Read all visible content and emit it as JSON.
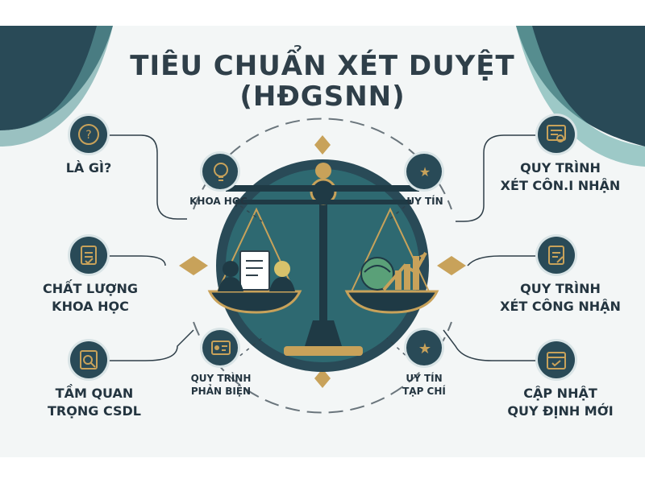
{
  "title": {
    "line1": "TIÊU CHUẨN XÉT DUYỆT",
    "line2": "(HĐGSNN)"
  },
  "left": [
    {
      "label": "LÀ GÌ?",
      "icon": "question-gear-icon"
    },
    {
      "label_lines": [
        "CHẤT LƯỢNG",
        "KHOA HỌC"
      ],
      "icon": "clipboard-check-icon"
    },
    {
      "label_lines": [
        "TẦM QUAN",
        "TRỌNG CSDL"
      ],
      "icon": "book-search-icon"
    }
  ],
  "right": [
    {
      "label_lines": [
        "QUY TRÌNH",
        "XÉT CÔN.I NHẬN"
      ],
      "icon": "document-search-icon"
    },
    {
      "label_lines": [
        "QUY TRÌNH",
        "XÉT CÔNG NHẬN"
      ],
      "icon": "clipboard-edit-icon"
    },
    {
      "label_lines": [
        "CẬP NHẬT",
        "QUY ĐỊNH MỚI"
      ],
      "icon": "calendar-check-icon"
    }
  ],
  "inner": [
    {
      "label": "KHOA HỌC",
      "icon": "lightbulb-icon"
    },
    {
      "label": "UY TÍN",
      "icon": "stars-laurel-icon"
    },
    {
      "label_lines": [
        "QUY TRÌNH",
        "PHẢN BIỆN"
      ],
      "icon": "review-card-icon"
    },
    {
      "label_lines": [
        "UY TÍN",
        "TẠP CHÍ"
      ],
      "icon": "star-badge-icon"
    }
  ],
  "colors": {
    "dark_teal": "#294a57",
    "mid_teal": "#2f6f76",
    "gold": "#c8a25a",
    "text": "#243540"
  }
}
